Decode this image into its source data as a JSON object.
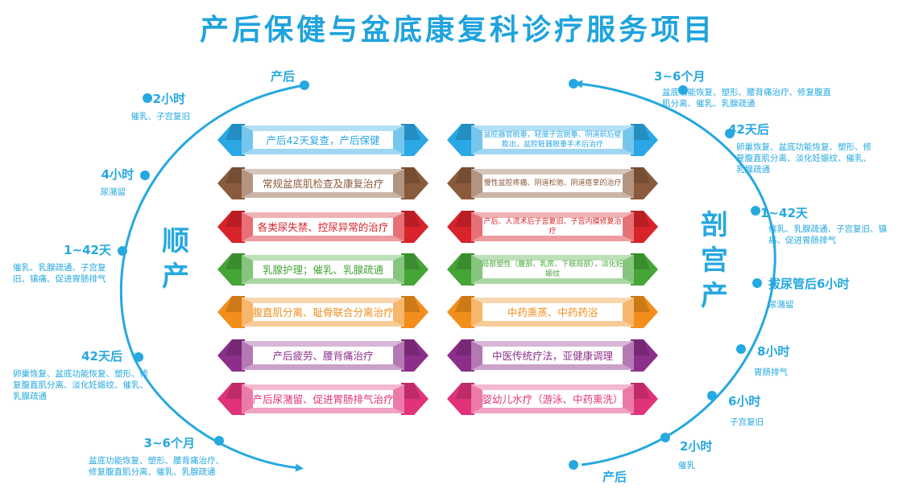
{
  "title": "产后保健与盆底康复科诊疗服务项目",
  "colors": {
    "accent": "#26a8e0",
    "title": "#1fa3dd",
    "rows": [
      "#2aa7e4",
      "#8a5a3c",
      "#d8232a",
      "#45a537",
      "#f18e1c",
      "#8c2f8a",
      "#e0337a"
    ]
  },
  "labels": {
    "left": "顺产",
    "right": "剖宫产"
  },
  "left_nodes": [
    {
      "title": "产后",
      "desc": ""
    },
    {
      "title": "2小时",
      "desc": "催乳、子宫复旧"
    },
    {
      "title": "4小时",
      "desc": "尿潴留"
    },
    {
      "title": "1~42天",
      "desc": "催乳、乳腺疏通、子宫复旧、镇痛、促进胃肠排气"
    },
    {
      "title": "42天后",
      "desc": "卵巢恢复、盆底功能恢复、塑形、修复腹直肌分离、淡化妊娠纹、催乳、乳腺疏通"
    },
    {
      "title": "3~6个月",
      "desc": "盆底功能恢复、塑形、腰背痛治疗、修复腹直肌分离、催乳、乳腺疏通"
    }
  ],
  "right_nodes": [
    {
      "title": "3~6个月",
      "desc": "盆底功能恢复、塑形、腰背痛治疗、修复腹直肌分离、催乳、乳腺疏通"
    },
    {
      "title": "42天后",
      "desc": "卵巢恢复、盆底功能恢复、塑形、修复腹直肌分离、淡化妊娠纹、催乳、乳腺疏通"
    },
    {
      "title": "1~42天",
      "desc": "催乳、乳腺疏通、子宫复旧、镇痛、促进胃肠排气"
    },
    {
      "title": "拔尿管后6小时",
      "desc": "尿潴留"
    },
    {
      "title": "8小时",
      "desc": "胃肠排气"
    },
    {
      "title": "6小时",
      "desc": "子宫复旧"
    },
    {
      "title": "2小时",
      "desc": "催乳"
    },
    {
      "title": "产后",
      "desc": ""
    }
  ],
  "services_left": [
    "产后42天复查，产后保健",
    "常规盆底肌检查及康复治疗",
    "各类尿失禁、控尿异常的治疗",
    "乳腺护理；催乳、乳腺疏通",
    "腹直肌分离、耻骨联合分离治疗",
    "产后疲劳、腰背痛治疗",
    "产后尿潴留、促进胃肠排气治疗"
  ],
  "services_right": [
    "盆腔器官脱垂，轻度子宫脱垂、阴道前后壁膨出，盆腔脏器脱垂手术后治疗",
    "慢性盆腔疼痛、阴道松弛、阴道痉挛的治疗",
    "产后、人流术后子宫复旧、子宫内膜修复治疗",
    "局部塑性（腹部、乳房、下肢局部），淡化妊娠纹",
    "中药熏蒸、中药药浴",
    "中医传统疗法，亚健康调理",
    "婴幼儿水疗（游泳、中药熏洗）"
  ]
}
